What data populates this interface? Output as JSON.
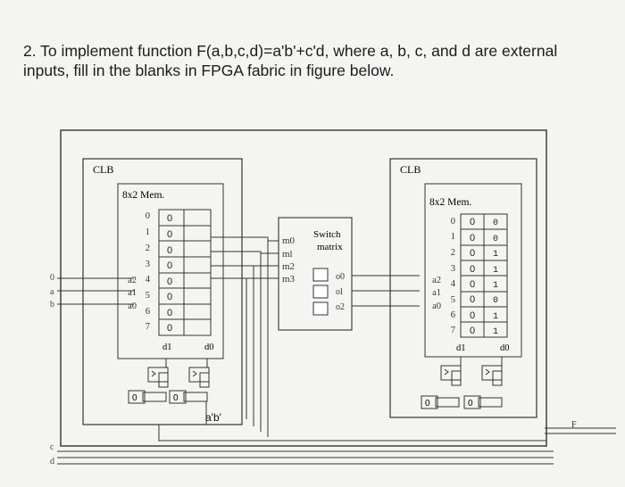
{
  "question": {
    "line1": "2. To implement function F(a,b,c,d)=a'b'+c'd, where a, b, c, and d are external",
    "line2": "inputs, fill in the blanks in FPGA fabric in figure below."
  },
  "clb_left": {
    "title": "CLB",
    "mem_title": "8x2 Mem.",
    "addr": [
      "0",
      "1",
      "2",
      "3",
      "4",
      "5",
      "6",
      "7"
    ],
    "d1_values": [
      "0",
      "0",
      "0",
      "0",
      "0",
      "0",
      "0",
      "0"
    ],
    "d1_label": "d1",
    "d0_label": "d0",
    "addr_inputs": [
      "a2",
      "a1",
      "a0"
    ],
    "ff_values": [
      "0",
      "0"
    ]
  },
  "clb_right": {
    "title": "CLB",
    "mem_title": "8x2 Mem.",
    "addr": [
      "0",
      "1",
      "2",
      "3",
      "4",
      "5",
      "6",
      "7"
    ],
    "d1_values": [
      "0",
      "0",
      "0",
      "0",
      "0",
      "0",
      "0",
      "0"
    ],
    "d0_values": [
      "0",
      "0",
      "1",
      "1",
      "1",
      "0",
      "1",
      "1"
    ],
    "d1_label": "d1",
    "d0_label": "d0",
    "addr_inputs": [
      "a2",
      "a1",
      "a0"
    ],
    "ff_values": [
      "0",
      "0"
    ]
  },
  "switch_matrix": {
    "title_line1": "Switch",
    "title_line2": "matrix",
    "inputs": [
      "m0",
      "ml",
      "m2",
      "m3"
    ],
    "outputs": [
      "o0",
      "ol",
      "o2"
    ]
  },
  "external_inputs": [
    "0",
    "a",
    "b",
    "c",
    "d"
  ],
  "annotation": "a'b'",
  "output_label": "F"
}
